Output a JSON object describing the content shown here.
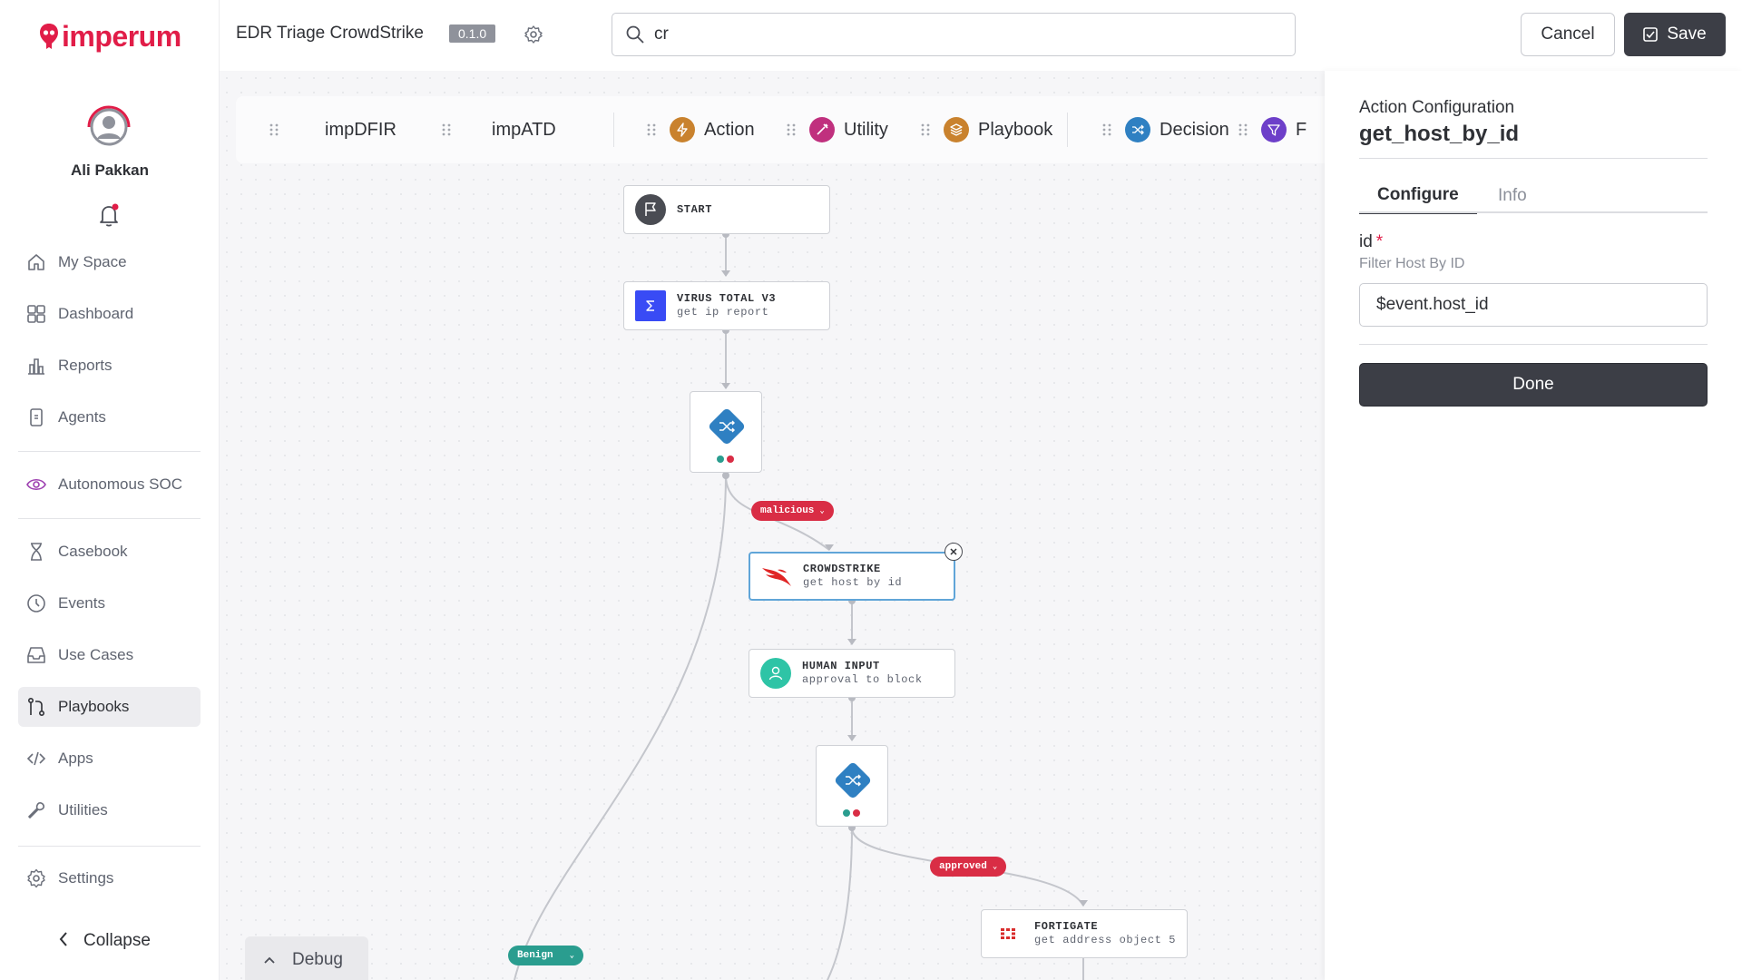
{
  "brand": {
    "name": "imperum",
    "color": "#e11d48"
  },
  "user": {
    "name": "Ali Pakkan"
  },
  "sidebar": {
    "items": [
      {
        "label": "My Space"
      },
      {
        "label": "Dashboard"
      },
      {
        "label": "Reports"
      },
      {
        "label": "Agents"
      },
      {
        "label": "Autonomous SOC"
      },
      {
        "label": "Casebook"
      },
      {
        "label": "Events"
      },
      {
        "label": "Use Cases"
      },
      {
        "label": "Playbooks",
        "active": true
      },
      {
        "label": "Apps"
      },
      {
        "label": "Utilities"
      },
      {
        "label": "Settings"
      }
    ],
    "collapse_label": "Collapse"
  },
  "header": {
    "title": "EDR Triage CrowdStrike",
    "version": "0.1.0",
    "search_value": "cr",
    "cancel_label": "Cancel",
    "save_label": "Save"
  },
  "palette": {
    "items": [
      {
        "label": "impDFIR"
      },
      {
        "label": "impATD"
      },
      {
        "label": "Action",
        "icon": "lightning-icon",
        "color": "#c9822e"
      },
      {
        "label": "Utility",
        "icon": "wand-icon",
        "color": "#c0307e"
      },
      {
        "label": "Playbook",
        "icon": "layers-icon",
        "color": "#c9822e"
      },
      {
        "label": "Decision",
        "icon": "shuffle-icon",
        "color": "#2f80c2"
      },
      {
        "label": "F",
        "icon": "filter-icon",
        "color": "#6d3fc9"
      }
    ]
  },
  "flow": {
    "nodes": {
      "start": {
        "title": "START"
      },
      "virustotal": {
        "title": "VIRUS TOTAL V3",
        "subtitle": "get ip report"
      },
      "crowdstrike": {
        "title": "CROWDSTRIKE",
        "subtitle": "get host by id"
      },
      "human_input": {
        "title": "HUMAN INPUT",
        "subtitle": "approval to block"
      },
      "fortigate": {
        "title": "FORTIGATE",
        "subtitle": "get address object 5"
      }
    },
    "edges": {
      "malicious": {
        "label": "malicious",
        "color": "#d92d45"
      },
      "approved": {
        "label": "approved",
        "color": "#d92d45"
      },
      "benign": {
        "label": "Benign",
        "color": "#2a9d8f"
      }
    }
  },
  "debug": {
    "label": "Debug"
  },
  "panel": {
    "subtitle": "Action Configuration",
    "title": "get_host_by_id",
    "tabs": [
      {
        "label": "Configure",
        "active": true
      },
      {
        "label": "Info"
      }
    ],
    "field": {
      "label": "id",
      "required_mark": "*",
      "description": "Filter Host By ID",
      "value": "$event.host_id"
    },
    "done_label": "Done"
  }
}
